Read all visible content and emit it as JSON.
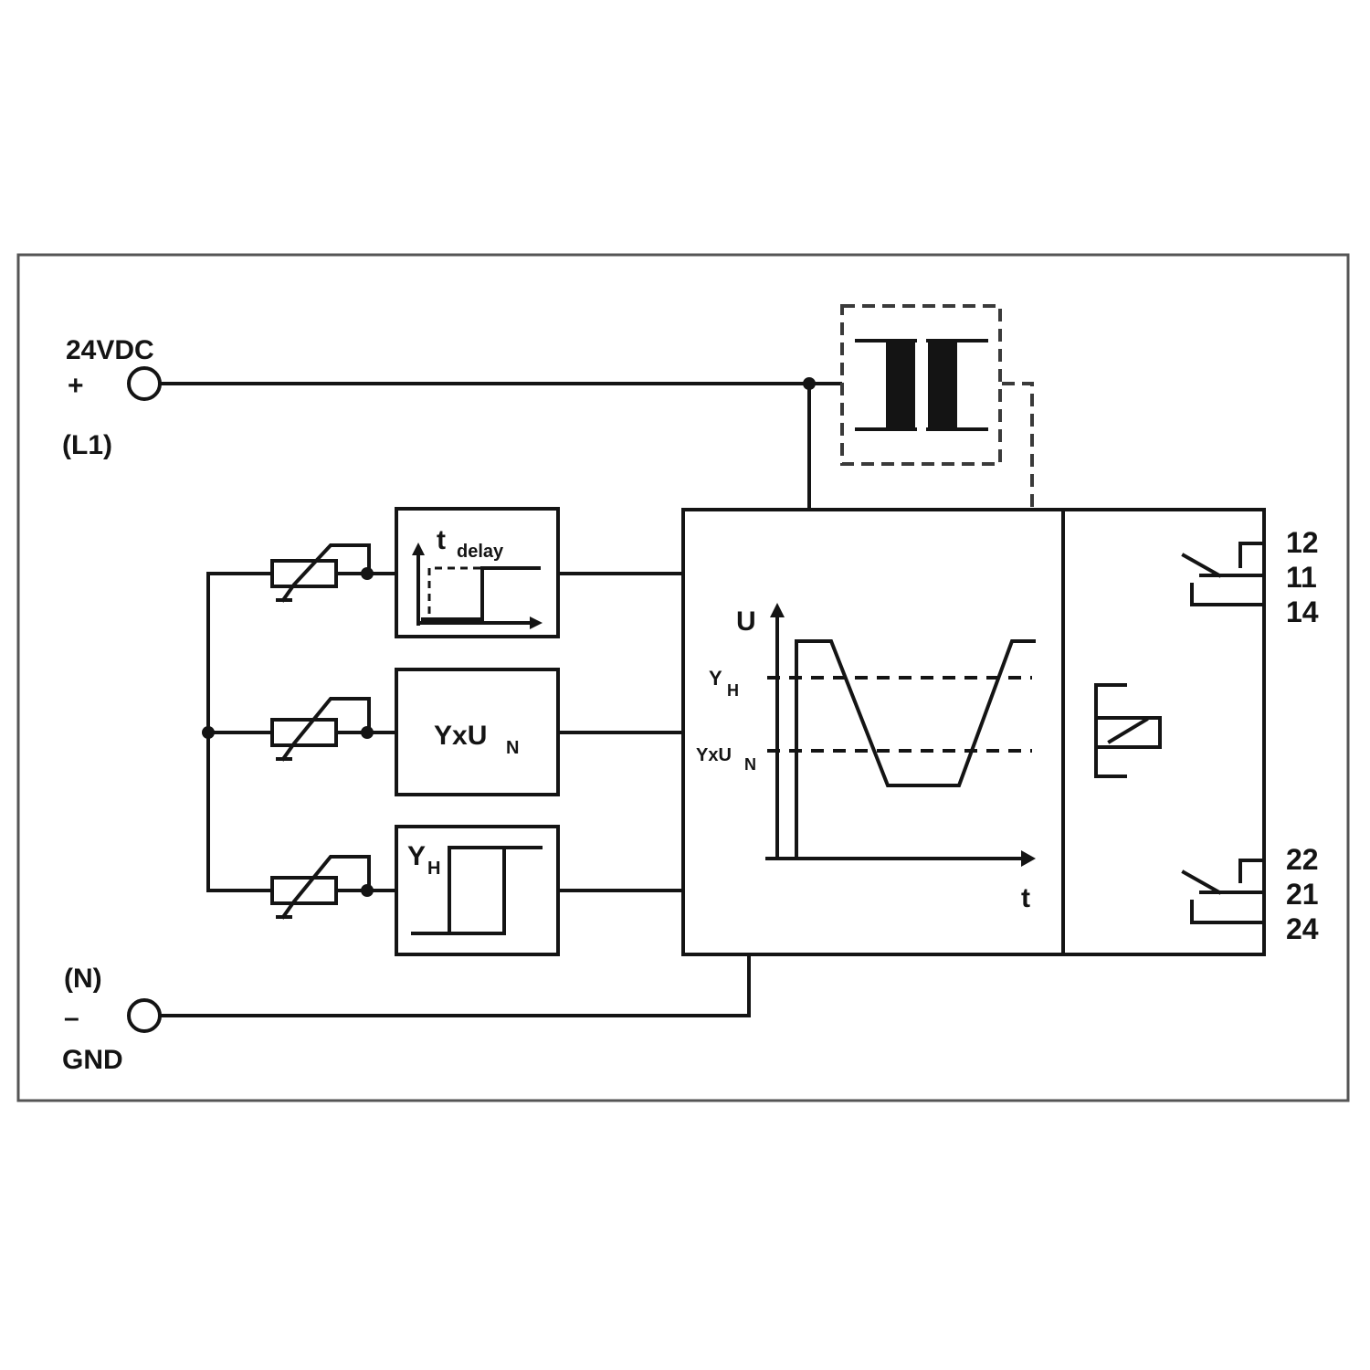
{
  "supply": {
    "voltage": "24VDC",
    "plus": "+",
    "l1": "(L1)",
    "n": "(N)",
    "minus": "–",
    "gnd": "GND"
  },
  "blocks": {
    "delay": {
      "t": "t",
      "sub": "delay"
    },
    "threshold": {
      "label": "YxU",
      "sub": "N"
    },
    "hysteresis": {
      "label": "Y",
      "sub": "H"
    }
  },
  "graph": {
    "u_axis": "U",
    "t_axis": "t",
    "yh": "Y",
    "yh_sub": "H",
    "yxun": "YxU",
    "yxun_sub": "N"
  },
  "terminals": {
    "contact1": [
      "12",
      "11",
      "14"
    ],
    "contact2": [
      "22",
      "21",
      "24"
    ]
  }
}
